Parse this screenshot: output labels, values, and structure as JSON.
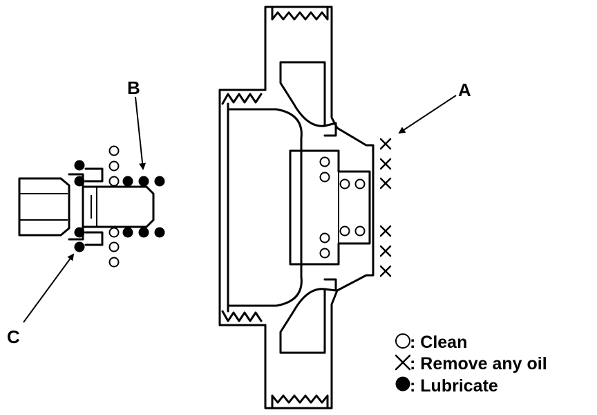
{
  "callouts": {
    "a": "A",
    "b": "B",
    "c": "C"
  },
  "legend": {
    "clean": ": Clean",
    "remove_oil": ": Remove any oil",
    "lubricate": ": Lubricate"
  },
  "symbols": {
    "clean": "open-circle",
    "remove_oil": "x-mark",
    "lubricate": "filled-circle"
  },
  "colors": {
    "ink": "#000000",
    "background": "#ffffff"
  }
}
